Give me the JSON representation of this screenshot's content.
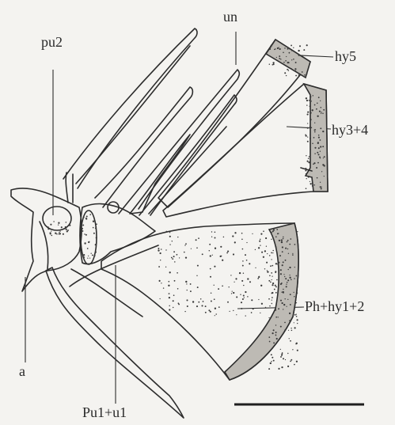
{
  "labels": {
    "un": "un",
    "pu2": "pu2",
    "hy5": "hy5",
    "hy34": "hy3+4",
    "phhy12": "Ph+hy1+2",
    "a": "a",
    "pu1u1": "Pu1+u1"
  },
  "colors": {
    "ink": "#2d2d2d",
    "background": "#f4f3f0",
    "cartilage": "#bdbab4"
  }
}
